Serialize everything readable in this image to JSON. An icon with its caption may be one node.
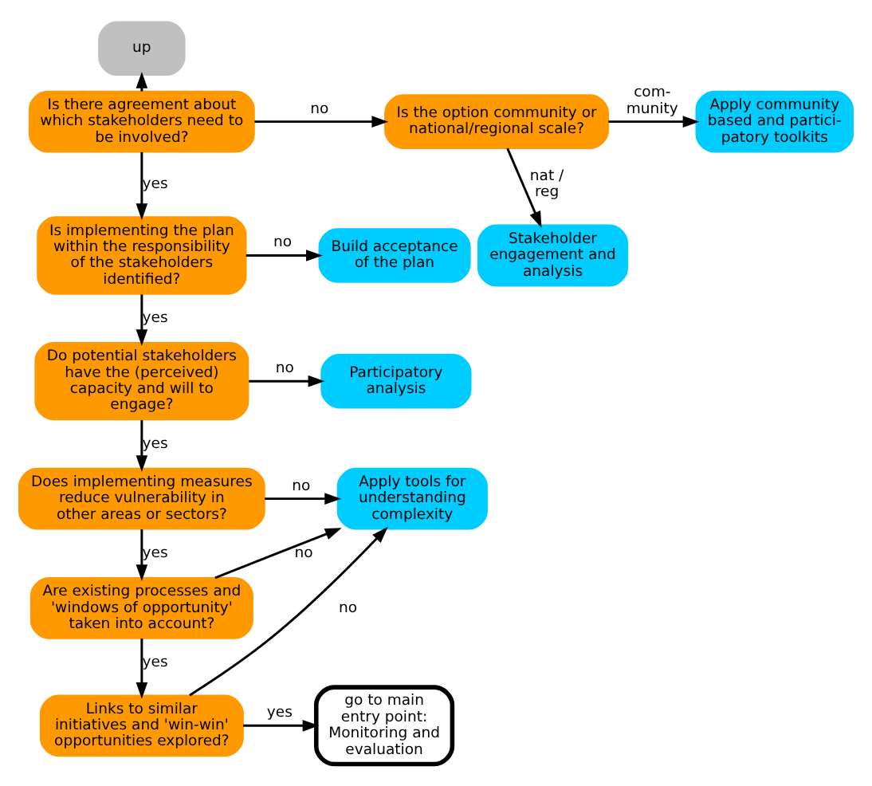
{
  "diagram": {
    "nodes": [
      {
        "text": [
          "up"
        ]
      },
      {
        "text": [
          "Is there agreement about which stakeholders need to be involved?"
        ]
      },
      {
        "text": [
          "Is the option community or national/regional scale?"
        ]
      },
      {
        "text": [
          "Apply community based and partici- patory toolkits"
        ]
      },
      {
        "text": [
          "Is implementing the plan within the responsibility of the stakeholders identified?"
        ]
      },
      {
        "text": [
          "Build acceptance of the plan"
        ]
      },
      {
        "text": [
          "Stakeholder engagement and analysis"
        ]
      },
      {
        "text": [
          "Do potential stakeholders have the (perceived) capacity and will to engage?"
        ]
      },
      {
        "text": [
          "Participatory analysis"
        ]
      },
      {
        "text": [
          "Does implementing measures reduce vulnerability in other areas or sectors?"
        ]
      },
      {
        "text": [
          "Apply tools for understanding complexity"
        ]
      },
      {
        "text": [
          "Are existing processes and 'windows of opportunity' taken into account?"
        ]
      },
      {
        "text": [
          "Links to similar initiatives and 'win-win' opportunities explored?"
        ]
      },
      {
        "text": [
          "go to main entry point: Monitoring and evaluation"
        ]
      }
    ],
    "edges": [
      {
        "from": 1,
        "to": 0,
        "arrow": "to"
      },
      {
        "from": 1,
        "to": 2,
        "arrow": "to",
        "label": "no"
      },
      {
        "from": 2,
        "to": 3,
        "arrow": "to",
        "label": "com- munity"
      },
      {
        "from": 2,
        "to": 6,
        "arrow": "to",
        "label": "nat / reg"
      },
      {
        "from": 1,
        "to": 4,
        "arrow": "to",
        "label": "yes"
      },
      {
        "from": 4,
        "to": 5,
        "arrow": "to",
        "label": "no"
      },
      {
        "from": 4,
        "to": 7,
        "arrow": "to",
        "label": "yes"
      },
      {
        "from": 7,
        "to": 8,
        "arrow": "to",
        "label": "no"
      },
      {
        "from": 7,
        "to": 9,
        "arrow": "to",
        "label": "yes"
      },
      {
        "from": 9,
        "to": 10,
        "arrow": "to",
        "label": "no"
      },
      {
        "from": 9,
        "to": 11,
        "arrow": "to",
        "label": "yes"
      },
      {
        "from": 11,
        "to": 10,
        "arrow": "to",
        "label": "no"
      },
      {
        "from": 11,
        "to": 12,
        "arrow": "to",
        "label": "yes"
      },
      {
        "from": 12,
        "to": 10,
        "arrow": "to",
        "label": "no"
      },
      {
        "from": 12,
        "to": 13,
        "arrow": "to",
        "label": "yes"
      }
    ]
  }
}
